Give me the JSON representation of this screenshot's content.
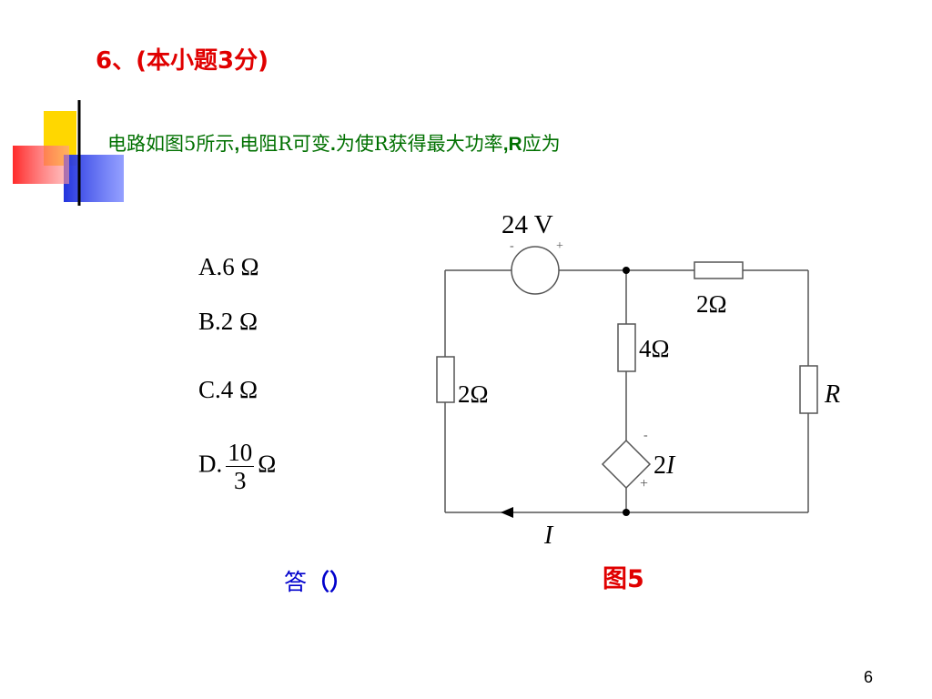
{
  "title": "6、(本小题3分)",
  "question": {
    "p1": "电路如图5所示",
    "p2": ",",
    "p3": "电阻R可变",
    "p4": ".",
    "p5": "为使R获得最大功率",
    "p6": ",R",
    "p7": "应为"
  },
  "options": {
    "a": "A.6 Ω",
    "b": "B.2 Ω",
    "c": "C.4 Ω",
    "d_prefix": "D.",
    "d_num": "10",
    "d_den": "3",
    "d_unit": "Ω"
  },
  "answer": {
    "label": "答",
    "open": "（",
    "close": "）"
  },
  "figure_caption": "图5",
  "page_number": "6",
  "circuit": {
    "source_label": "24 V",
    "source_minus": "-",
    "source_plus": "+",
    "r_top_right": "2Ω",
    "r_middle": "4Ω",
    "r_left": "2Ω",
    "r_variable": "R",
    "dep_source_label_coef": "2",
    "dep_source_label_var": "I",
    "dep_minus": "-",
    "dep_plus": "+",
    "current_label": "I"
  },
  "colors": {
    "title": "#e00000",
    "question": "#007000",
    "answer": "#0000cc",
    "caption": "#e00000",
    "deco_yellow": "#ffd700",
    "deco_blue": "#2233dd",
    "deco_red": "#ff2a2a"
  }
}
